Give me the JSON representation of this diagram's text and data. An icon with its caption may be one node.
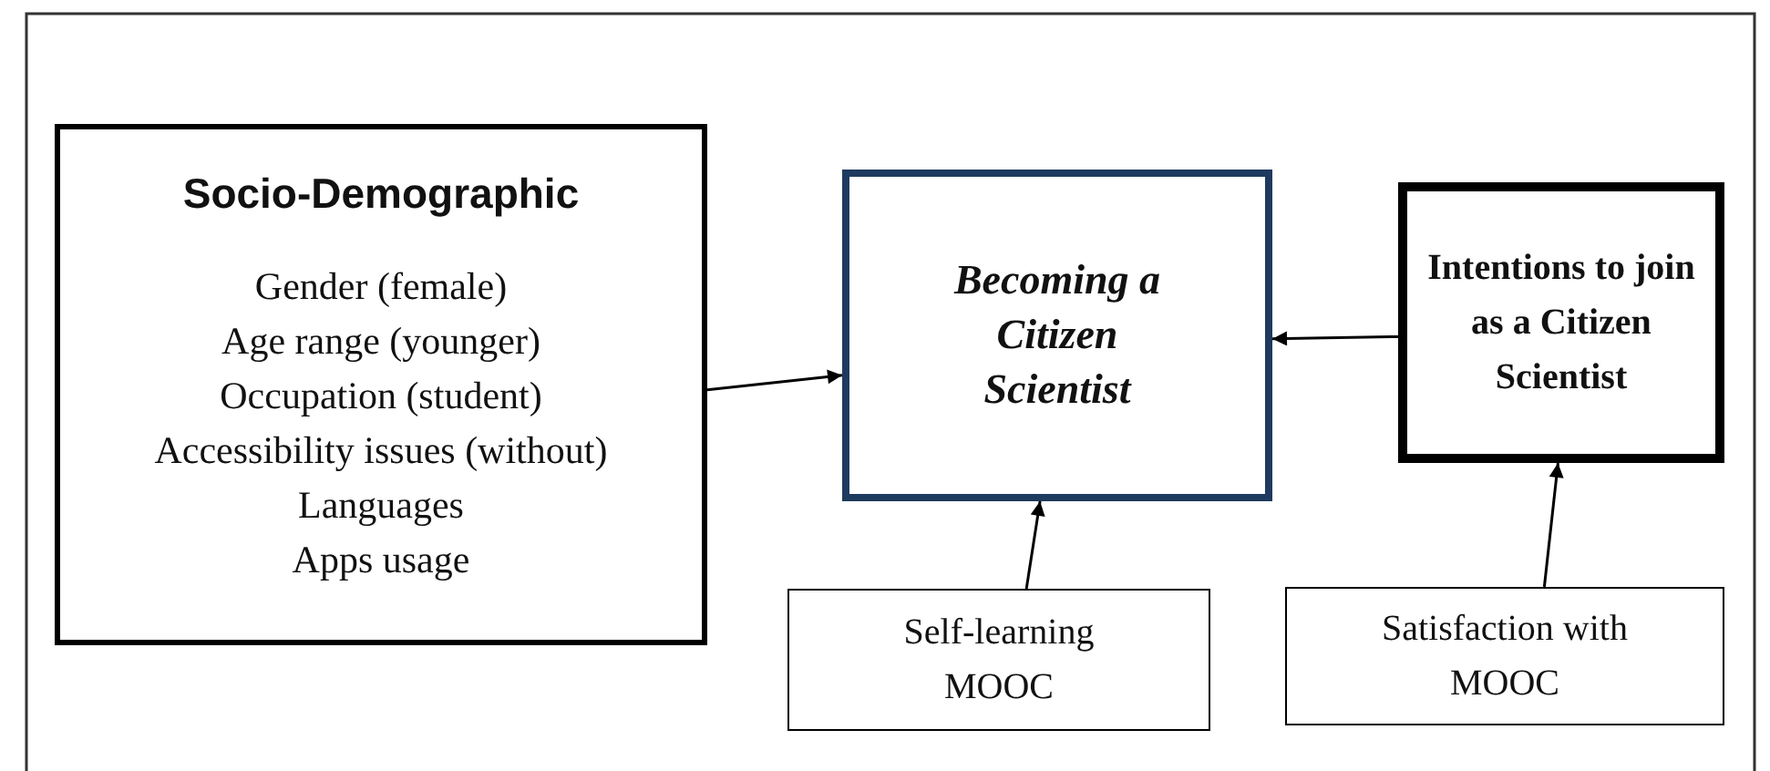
{
  "diagram": {
    "nodes": [
      {
        "text": [
          "Socio-Demographic",
          "Gender (female)",
          "Age range (younger)",
          "Occupation (student)",
          "Accessibility issues (without)",
          "Languages",
          "Apps usage"
        ]
      },
      {
        "text": [
          "Becoming a Citizen Scientist"
        ]
      },
      {
        "text": [
          "Intentions to join as a Citizen Scientist"
        ]
      },
      {
        "text": [
          "Self-learning MOOC"
        ]
      },
      {
        "text": [
          "Satisfaction with MOOC"
        ]
      }
    ],
    "edges": [
      {
        "from": 0,
        "to": 1,
        "arrow": "to"
      },
      {
        "from": 2,
        "to": 1,
        "arrow": "to"
      },
      {
        "from": 3,
        "to": 1,
        "arrow": "to"
      },
      {
        "from": 4,
        "to": 2,
        "arrow": "to"
      }
    ]
  }
}
